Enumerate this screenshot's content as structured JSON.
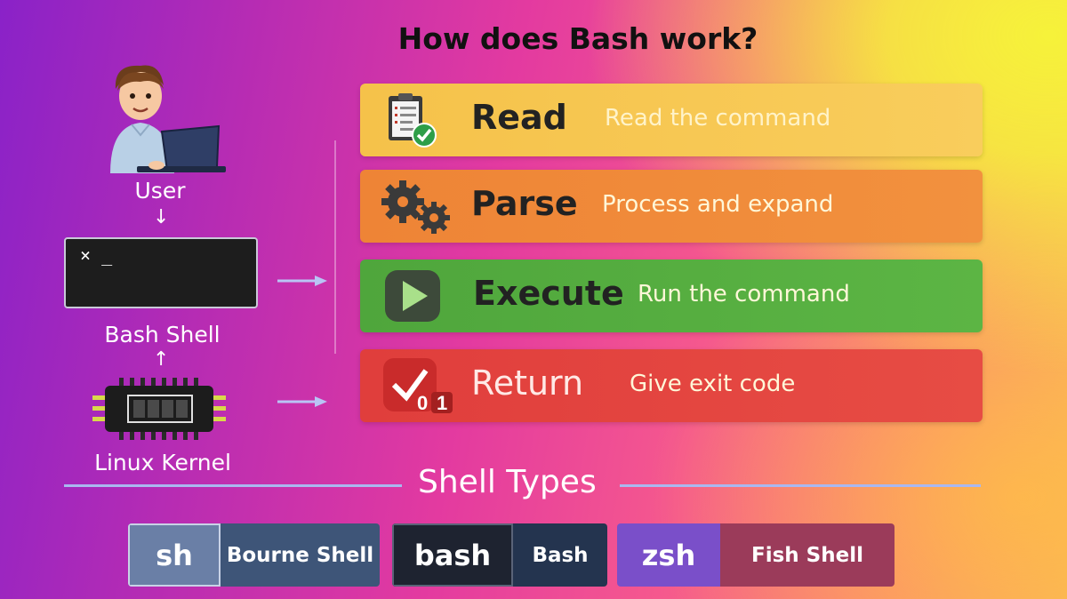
{
  "title": "How does Bash work?",
  "left_column": {
    "user_label": "User",
    "terminal_prompt": "× _",
    "bash_label": "Bash Shell",
    "kernel_label": "Linux Kernel",
    "down_arrow": "↓",
    "up_arrow": "↑"
  },
  "steps": [
    {
      "name": "Read",
      "description": "Read the command",
      "icon": "clipboard-check-icon",
      "color": "#f5c24a"
    },
    {
      "name": "Parse",
      "description": "Process and expand",
      "icon": "gears-icon",
      "color": "#ee8436"
    },
    {
      "name": "Execute",
      "description": "Run the command",
      "icon": "play-icon",
      "color": "#4fa63c"
    },
    {
      "name": "Return",
      "description": "Give exit code",
      "icon": "checkmark-exit-code-icon",
      "color": "#e03e3c",
      "code_digits": [
        "0",
        "1"
      ]
    }
  ],
  "shell_types": {
    "heading": "Shell Types",
    "items": [
      {
        "cmd": "sh",
        "name": "Bourne Shell",
        "cmd_color": "#6a7fa6",
        "name_color": "#3e5578"
      },
      {
        "cmd": "bash",
        "name": "Bash",
        "cmd_color": "#1e2330",
        "name_color": "#24344f"
      },
      {
        "cmd": "zsh",
        "name": "Fish Shell",
        "cmd_color": "#7a4fc9",
        "name_color": "#9b3b5a"
      }
    ]
  }
}
